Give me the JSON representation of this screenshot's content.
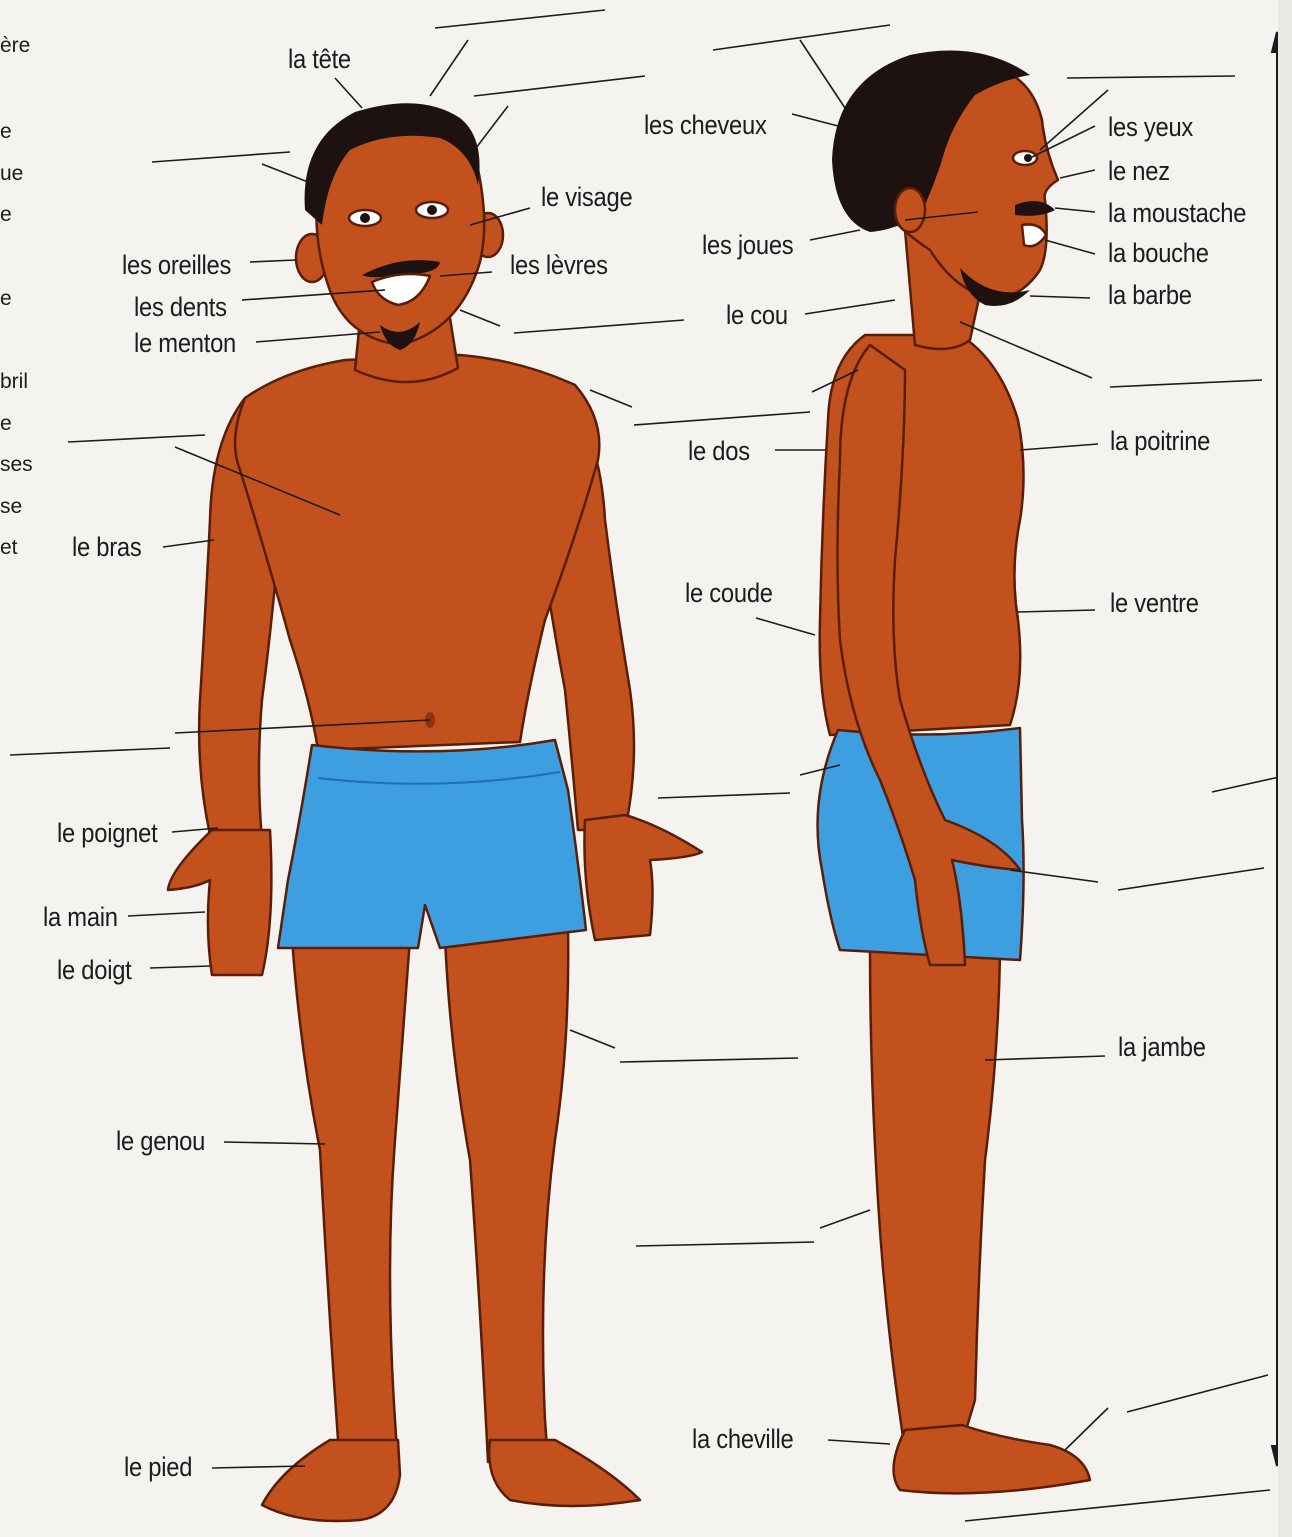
{
  "colors": {
    "page": "#f4f3ef",
    "skin": "#c2511e",
    "skin_dark": "#8d3414",
    "skin_light": "#dd7a3c",
    "hair": "#1e1210",
    "shorts": "#3d9ee0",
    "shorts_dark": "#1f6fb4",
    "ink": "#1c1c1c"
  },
  "margin_fragments": [
    "ère",
    "e",
    "ue",
    "e",
    "e",
    "bril",
    "e",
    "ses",
    "se",
    "et"
  ],
  "labels": {
    "la_tete": "la tête",
    "le_visage": "le visage",
    "les_oreilles": "les oreilles",
    "les_levres": "les lèvres",
    "les_dents": "les dents",
    "le_menton": "le menton",
    "le_bras": "le bras",
    "le_poignet": "le poignet",
    "la_main": "la main",
    "le_doigt": "le doigt",
    "le_genou": "le genou",
    "le_pied": "le pied",
    "les_cheveux": "les cheveux",
    "les_joues": "les joues",
    "le_cou": "le cou",
    "le_dos": "le dos",
    "le_coude": "le coude",
    "la_cheville": "la cheville",
    "les_yeux": "les yeux",
    "le_nez": "le nez",
    "la_moustache": "la moustache",
    "la_bouche": "la bouche",
    "la_barbe": "la barbe",
    "la_poitrine": "la poitrine",
    "le_ventre": "le ventre",
    "la_jambe": "la jambe"
  }
}
